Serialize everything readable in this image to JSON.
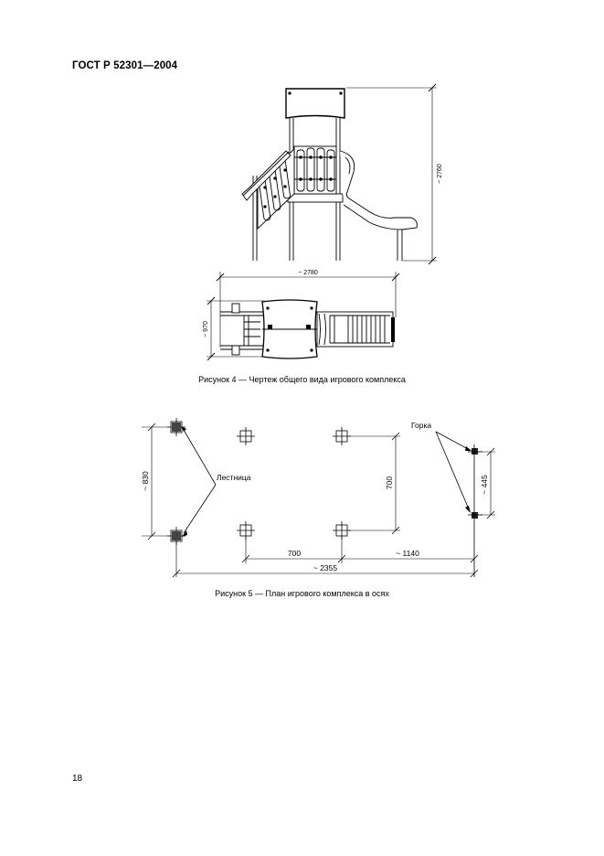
{
  "header": {
    "standard": "ГОСТ Р 52301—2004"
  },
  "figure4": {
    "caption": "Рисунок 4 — Чертеж общего вида игрового комплекса",
    "dims": {
      "height": "~ 2760",
      "length": "~ 2780",
      "width": "~ 970"
    }
  },
  "figure5": {
    "caption": "Рисунок 5 — План игрового комплекса в осях",
    "labels": {
      "ladder": "Лестница",
      "slide": "Горка"
    },
    "dims": {
      "left_span": "~ 830",
      "post_span": "700",
      "slide_span": "~ 445",
      "bottom_posts": "700",
      "bottom_slide": "~ 1140",
      "overall": "~ 2355"
    }
  },
  "footer": {
    "page_number": "18"
  }
}
